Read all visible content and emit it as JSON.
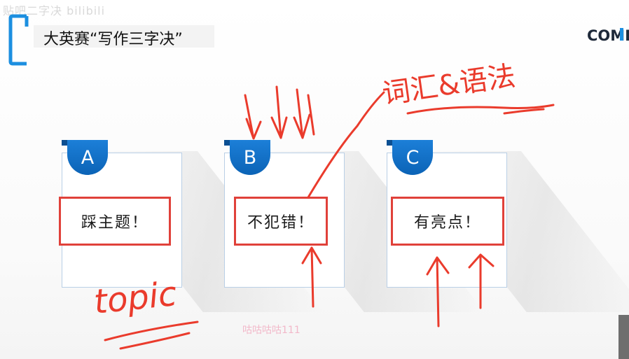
{
  "watermark_top": "贴吧二字决 bilibili",
  "title": "大英赛“写作三字决”",
  "brand": "COMI",
  "colors": {
    "accent_blue": "#1c7fd8",
    "box_red": "#e0413a",
    "ink_red": "#ea3b2c"
  },
  "cards": [
    {
      "letter": "A",
      "text": "踩主题！"
    },
    {
      "letter": "B",
      "text": "不犯错！"
    },
    {
      "letter": "C",
      "text": "有亮点！"
    }
  ],
  "annotations": {
    "topic": "topic",
    "vocab_grammar": "词汇&语法"
  },
  "footer_watermark": "咕咕咕咕111"
}
